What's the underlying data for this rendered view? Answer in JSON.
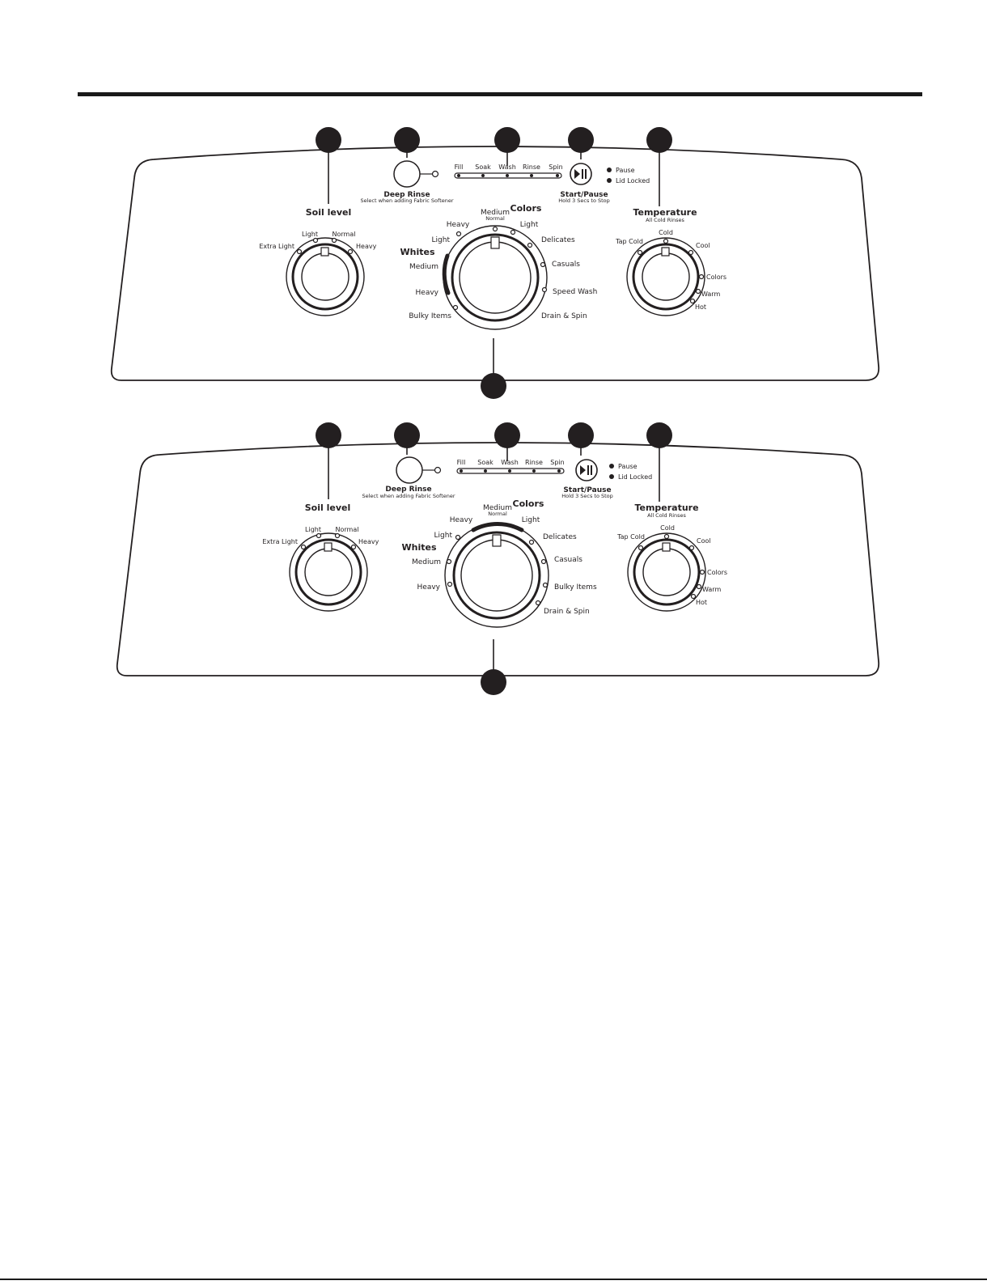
{
  "panels": [
    {
      "id": "panel-1",
      "soil": {
        "title": "Soil level",
        "options": [
          "Extra Light",
          "Light",
          "Normal",
          "Heavy"
        ]
      },
      "deep_rinse": {
        "label": "Deep Rinse",
        "sub": "Select when adding Fabric Softener"
      },
      "status": {
        "stages": [
          "Fill",
          "Soak",
          "Wash",
          "Rinse",
          "Spin"
        ]
      },
      "start": {
        "label": "Start/Pause",
        "sub": "Hold 3 Secs to Stop",
        "indicators": [
          "Pause",
          "Lid Locked"
        ]
      },
      "temperature": {
        "title": "Temperature",
        "sub": "All Cold Rinses",
        "options": [
          "Tap Cold",
          "Cold",
          "Cool",
          "Colors",
          "Warm",
          "Hot"
        ]
      },
      "cycle": {
        "group_whites": "Whites",
        "group_colors": "Colors",
        "whites": [
          "Light",
          "Medium",
          "Heavy"
        ],
        "colors": [
          "Heavy",
          "Medium",
          "Light"
        ],
        "colors_sub": "Normal",
        "right": [
          "Delicates",
          "Casuals",
          "Speed Wash",
          "Drain & Spin"
        ],
        "left_bottom": "Bulky Items"
      }
    },
    {
      "id": "panel-2",
      "soil": {
        "title": "Soil level",
        "options": [
          "Extra Light",
          "Light",
          "Normal",
          "Heavy"
        ]
      },
      "deep_rinse": {
        "label": "Deep Rinse",
        "sub": "Select when adding Fabric Softener"
      },
      "status": {
        "stages": [
          "Fill",
          "Soak",
          "Wash",
          "Rinse",
          "Spin"
        ]
      },
      "start": {
        "label": "Start/Pause",
        "sub": "Hold 3 Secs to Stop",
        "indicators": [
          "Pause",
          "Lid Locked"
        ]
      },
      "temperature": {
        "title": "Temperature",
        "sub": "All Cold Rinses",
        "options": [
          "Tap Cold",
          "Cold",
          "Cool",
          "Colors",
          "Warm",
          "Hot"
        ]
      },
      "cycle": {
        "group_whites": "Whites",
        "group_colors": "Colors",
        "whites": [
          "Light",
          "Medium",
          "Heavy"
        ],
        "colors": [
          "Heavy",
          "Medium",
          "Light"
        ],
        "colors_sub": "Normal",
        "right": [
          "Delicates",
          "Casuals",
          "Bulky Items",
          "Drain & Spin"
        ]
      }
    }
  ]
}
